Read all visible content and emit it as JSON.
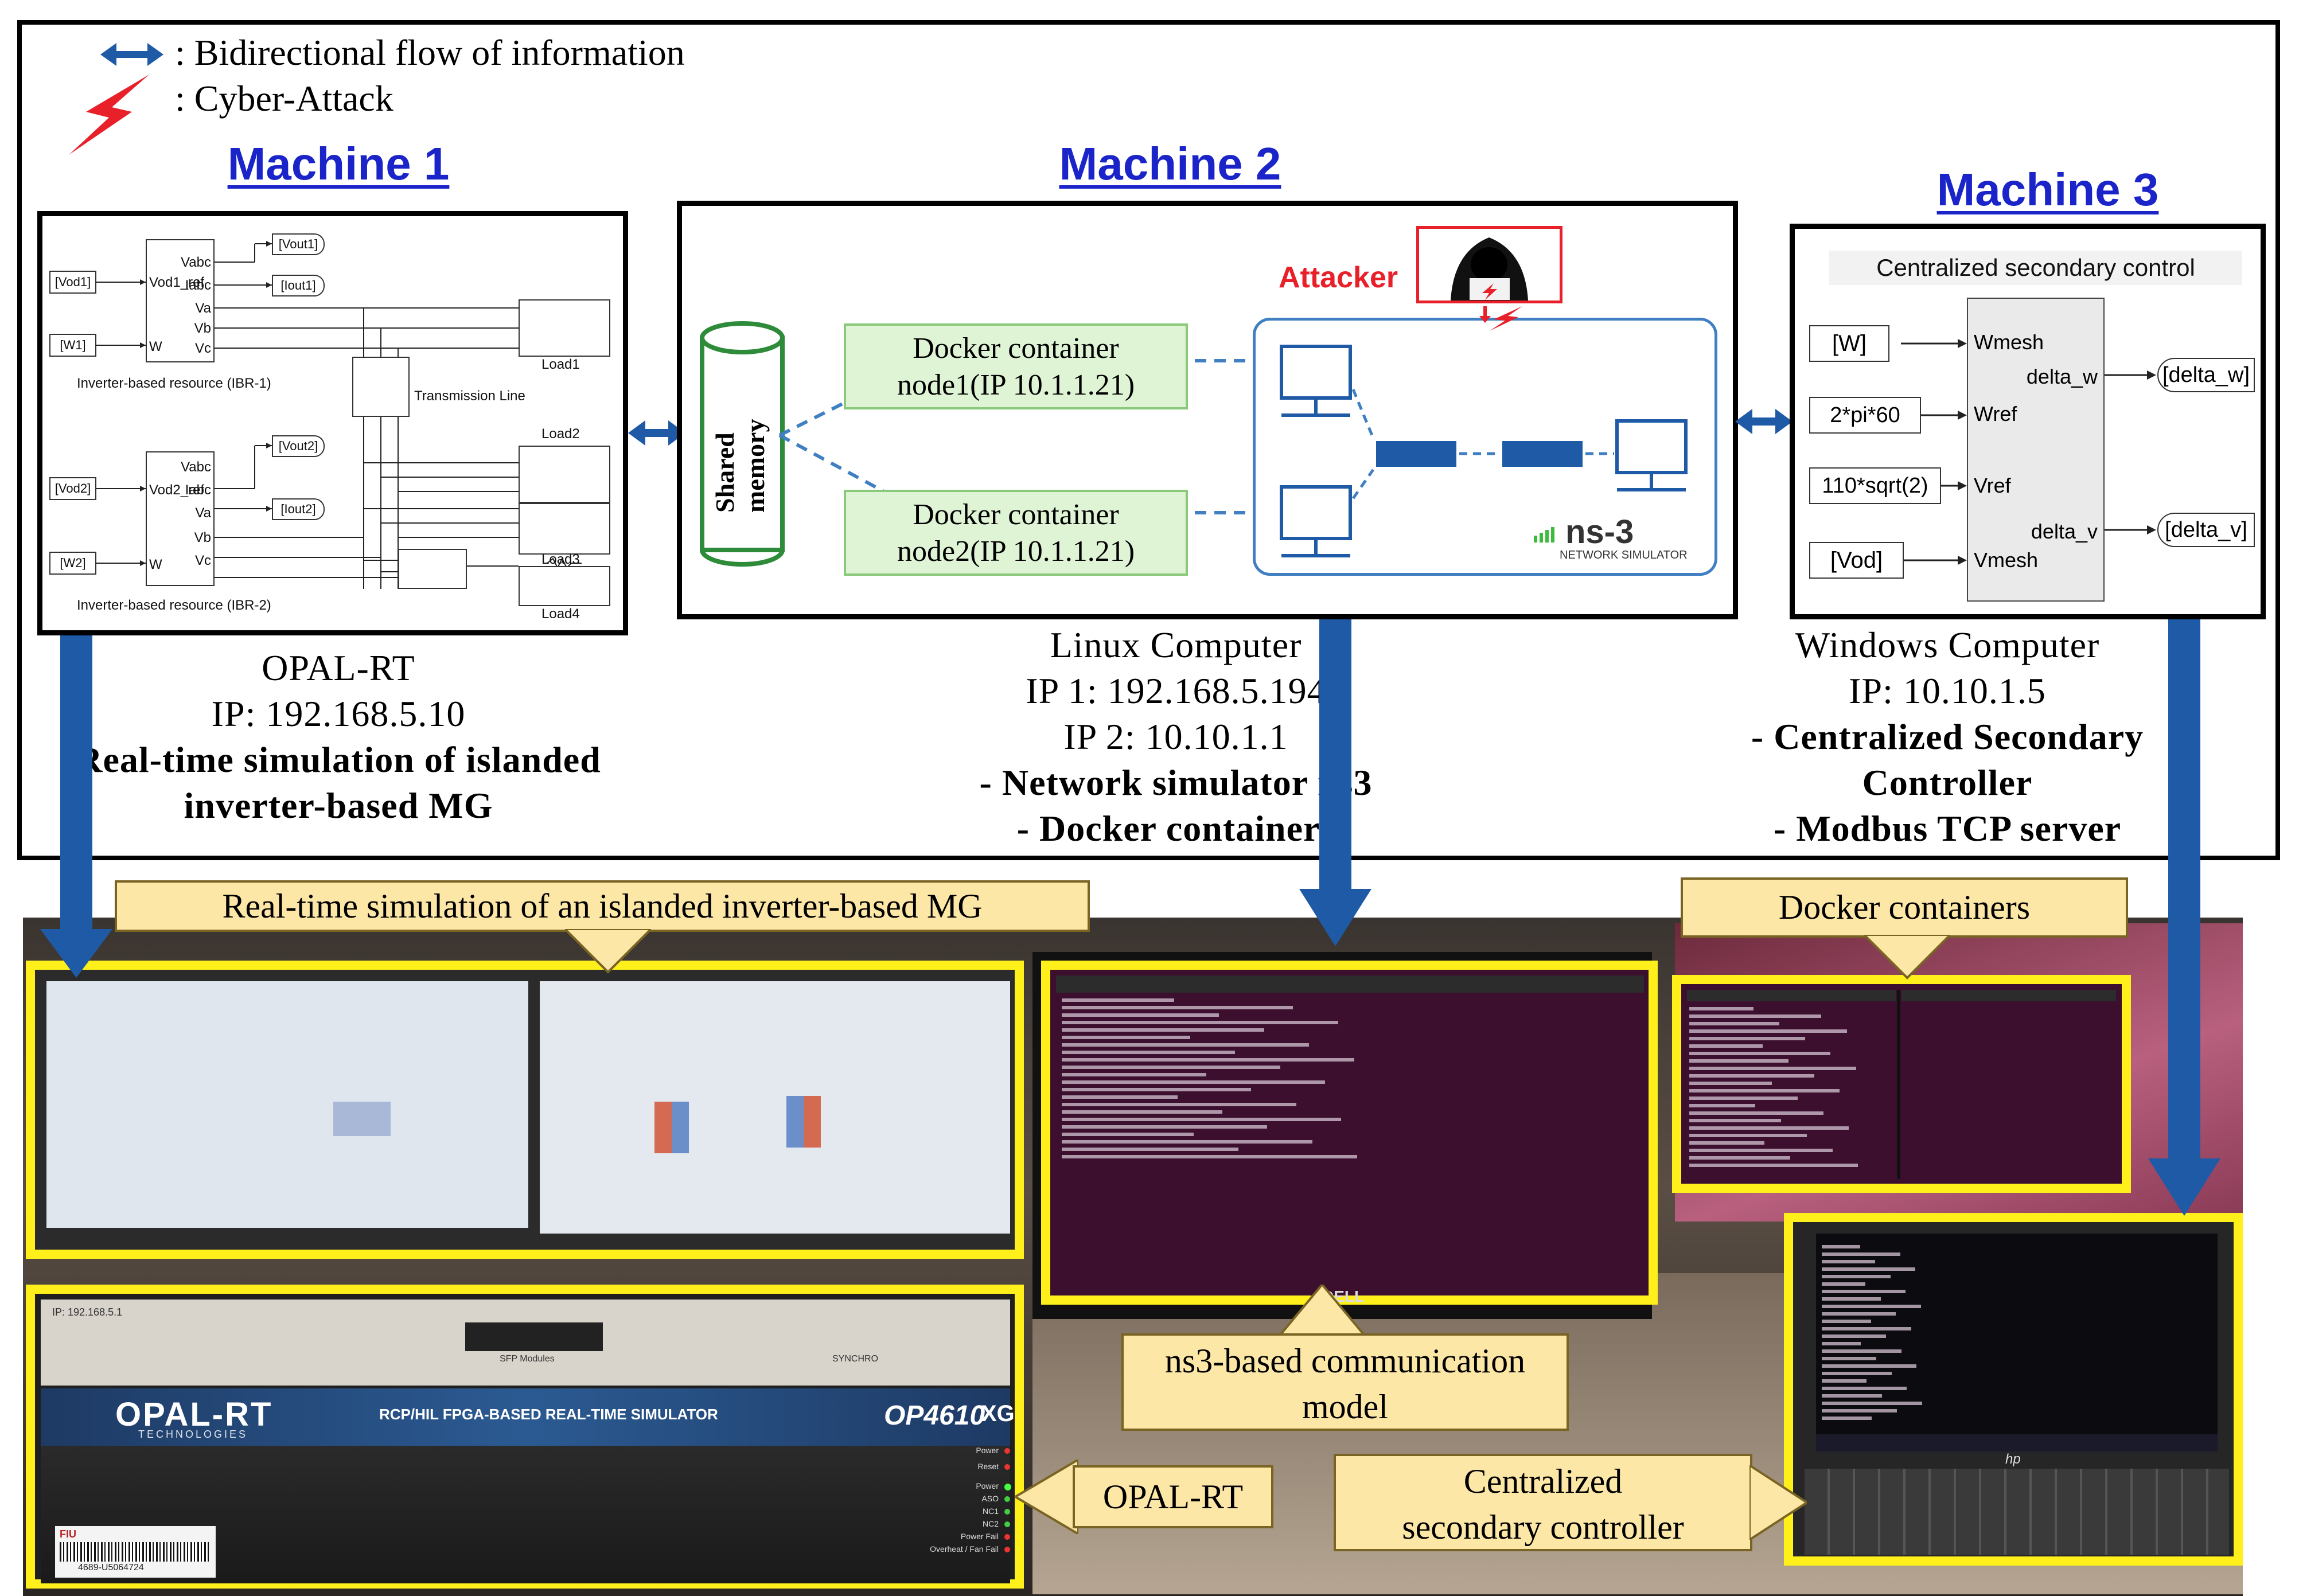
{
  "legend": {
    "bidirectional": ": Bidirectional flow of information",
    "attack": ": Cyber-Attack"
  },
  "machine1": {
    "title": "Machine 1",
    "caption": [
      "OPAL-RT",
      "IP: 192.168.5.10"
    ],
    "caption_bold": [
      "Real-time simulation of islanded",
      "inverter-based MG"
    ],
    "simulink": {
      "vod1": "[Vod1]",
      "w1": "[W1]",
      "vod2": "[Vod2]",
      "w2": "[W2]",
      "vout1": "[Vout1]",
      "iout1": "[Iout1]",
      "vout2": "[Vout2]",
      "iout2": "[Iout2]",
      "ibr1_ports": [
        "Vod1_ref",
        "W",
        "Vabc",
        "Iabc",
        "Va",
        "Vb",
        "Vc"
      ],
      "ibr2_ports": [
        "Vod2_ref",
        "W",
        "Vabc",
        "Iabc",
        "Va",
        "Vb",
        "Vc"
      ],
      "ibr1": "Inverter-based resource (IBR-1)",
      "ibr2": "Inverter-based resource (IBR-2)",
      "transmission_line": "Transmission Line",
      "loads": [
        "Load1",
        "Load2",
        "Load3",
        "Load4"
      ]
    }
  },
  "machine2": {
    "title": "Machine 2",
    "shared_memory": "Shared memory",
    "docker1": [
      "Docker container",
      "node1(IP 10.1.1.21)"
    ],
    "docker2": [
      "Docker container",
      "node2(IP 10.1.1.21)"
    ],
    "attacker": "Attacker",
    "ns3_logo": "ns-3",
    "ns3_sub": "NETWORK SIMULATOR",
    "caption": [
      "Linux Computer",
      "IP 1: 192.168.5.194",
      "IP 2: 10.10.1.1"
    ],
    "caption_bold": [
      "- Network simulator ns3",
      "- Docker containers"
    ]
  },
  "machine3": {
    "title": "Machine 3",
    "panel_title": "Centralized secondary control",
    "inputs": [
      "[W]",
      "2*pi*60",
      "110*sqrt(2)",
      "[Vod]"
    ],
    "in_ports": [
      "Wmesh",
      "Wref",
      "Vref",
      "Vmesh"
    ],
    "out_ports": [
      "delta_w",
      "delta_v"
    ],
    "outputs": [
      "[delta_w]",
      "[delta_v]"
    ],
    "caption": [
      "Windows Computer",
      "IP: 10.10.1.5"
    ],
    "caption_bold": [
      "- Centralized Secondary",
      "Controller",
      "- Modbus TCP server"
    ]
  },
  "photo": {
    "callout_sim": "Real-time simulation of an islanded inverter-based MG",
    "callout_docker": "Docker containers",
    "callout_ns3": [
      "ns3-based communication",
      "model"
    ],
    "callout_opal": "OPAL-RT",
    "callout_csc": [
      "Centralized",
      "secondary controller"
    ],
    "opal_brand": "OPAL-RT",
    "opal_brand_sub": "TECHNOLOGIES",
    "opal_model": "RCP/HIL FPGA-BASED REAL-TIME SIMULATOR",
    "opal_part": "OP4610",
    "opal_part_suffix": "XG",
    "opal_ip": "IP: 192.168.5.1",
    "opal_sfp": "SFP Modules",
    "opal_sync": "SYNCHRO",
    "opal_leds": [
      "Power",
      "Reset",
      "Power",
      "ASO",
      "NC1",
      "NC2",
      "Power Fail",
      "Overheat / Fan Fail"
    ],
    "opal_sticker": "FIU",
    "opal_barcode": "4689-U5064724",
    "monitor_brand": "DELL",
    "laptop_brand": "hp"
  },
  "colors": {
    "machine_title": "#1a24c8",
    "arrow_blue": "#1f5aa6",
    "attack_red": "#e8202a",
    "highlight_yellow": "#ffef1a",
    "callout_fill": "#fde7a7",
    "docker_fill": "#dff3d5",
    "shared_mem_green": "#2e8b3a"
  }
}
